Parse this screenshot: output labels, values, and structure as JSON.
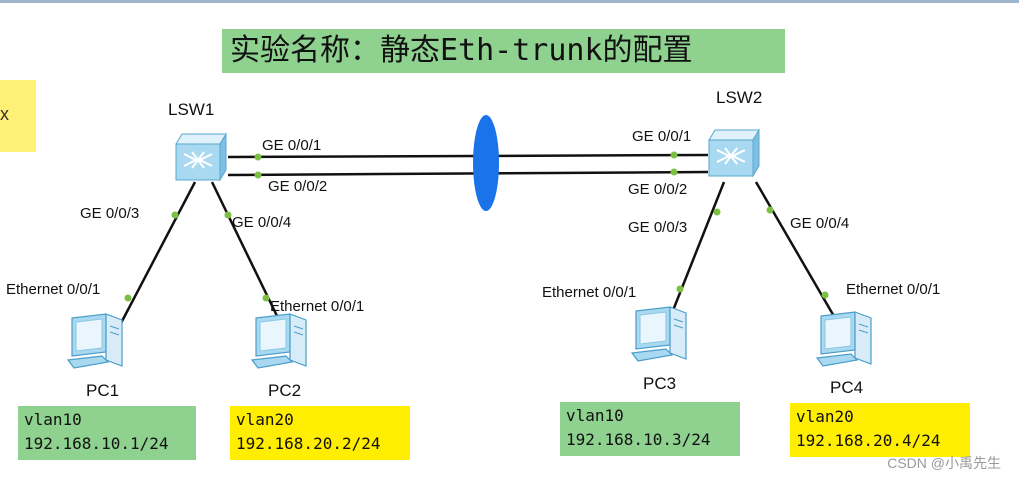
{
  "title": "实验名称：静态Eth-trunk的配置",
  "side_note": "x",
  "switches": [
    {
      "name": "LSW1"
    },
    {
      "name": "LSW2"
    }
  ],
  "ports": {
    "lsw1_ge001": "GE 0/0/1",
    "lsw1_ge002": "GE 0/0/2",
    "lsw1_ge003": "GE 0/0/3",
    "lsw1_ge004": "GE 0/0/4",
    "lsw2_ge001": "GE 0/0/1",
    "lsw2_ge002": "GE 0/0/2",
    "lsw2_ge003": "GE 0/0/3",
    "lsw2_ge004": "GE 0/0/4",
    "pc1_eth": "Ethernet 0/0/1",
    "pc2_eth": "Ethernet 0/0/1",
    "pc3_eth": "Ethernet 0/0/1",
    "pc4_eth": "Ethernet 0/0/1"
  },
  "pcs": [
    {
      "name": "PC1",
      "vlan": "vlan10",
      "ip": "192.168.10.1/24"
    },
    {
      "name": "PC2",
      "vlan": "vlan20",
      "ip": "192.168.20.2/24"
    },
    {
      "name": "PC3",
      "vlan": "vlan10",
      "ip": "192.168.10.3/24"
    },
    {
      "name": "PC4",
      "vlan": "vlan20",
      "ip": "192.168.20.4/24"
    }
  ],
  "colors": {
    "vlan10": "#8fd18f",
    "vlan20": "#ffee00",
    "trunk_ellipse": "#1a73e8",
    "port_dot": "#7bc043"
  },
  "watermark": "CSDN @小禹先生"
}
